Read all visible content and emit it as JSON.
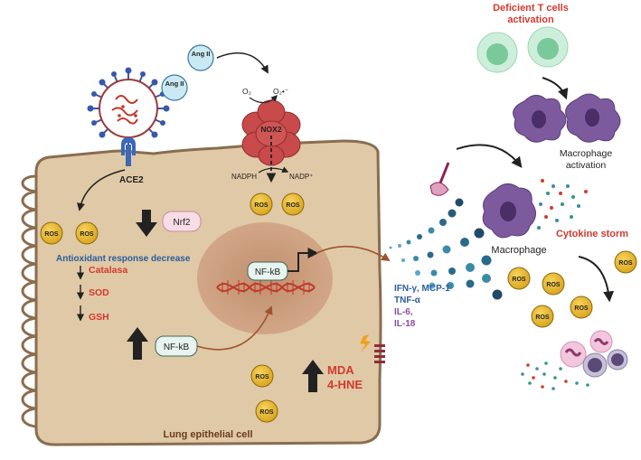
{
  "labels": {
    "ang_ii_1": "Ang II",
    "ang_ii_2": "Ang II",
    "ace2": "ACE2",
    "nox2": "NOX2",
    "o2": "O₂",
    "o2_radical": "O₂•⁻",
    "nadph": "NADPH",
    "nadp": "NADP⁺",
    "ros": "ROS",
    "nrf2": "Nrf2",
    "antioxidant": "Antioxidant response decrease",
    "catalasa": "Catalasa",
    "sod": "SOD",
    "gsh": "GSH",
    "nfkb_nucleus": "NF-kB",
    "nfkb_cyto": "NF-kB",
    "mda": "MDA",
    "hne": "4-HNE",
    "cell_name": "Lung epithelial cell",
    "deficient_t_1": "Deficient T cells",
    "deficient_t_2": "activation",
    "macrophage_activation_1": "Macrophage",
    "macrophage_activation_2": "activation",
    "macrophage": "Macrophage",
    "cytokine_storm": "Cytokine storm",
    "cytokines_1": "IFN-γ, MCP-1",
    "cytokines_2": "TNF-α",
    "cytokines_3": "IL-6,",
    "cytokines_4": "IL-18"
  },
  "colors": {
    "cell_fill": "#e0c9a6",
    "cell_border": "#8a6d4f",
    "nucleus": "#c9997a",
    "ros_fill": "#e8b626",
    "red_label": "#d13a2f",
    "blue_label": "#2a5d9e",
    "purple_label": "#8a4ab0",
    "nox2": "#c84a4a",
    "macrophage": "#7d5a9e",
    "t_cell": "#9fd8b5",
    "box_fill": "#e8f4ef"
  }
}
